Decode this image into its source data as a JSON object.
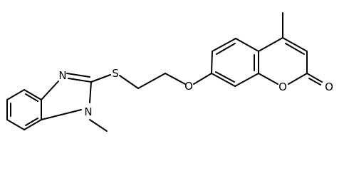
{
  "molecule": {
    "atoms": [
      {
        "id": "N3",
        "label": "N"
      },
      {
        "id": "N1",
        "label": "N"
      },
      {
        "id": "S",
        "label": "S"
      },
      {
        "id": "O1",
        "label": "O"
      },
      {
        "id": "O2",
        "label": "O"
      },
      {
        "id": "O3",
        "label": "O"
      }
    ]
  }
}
